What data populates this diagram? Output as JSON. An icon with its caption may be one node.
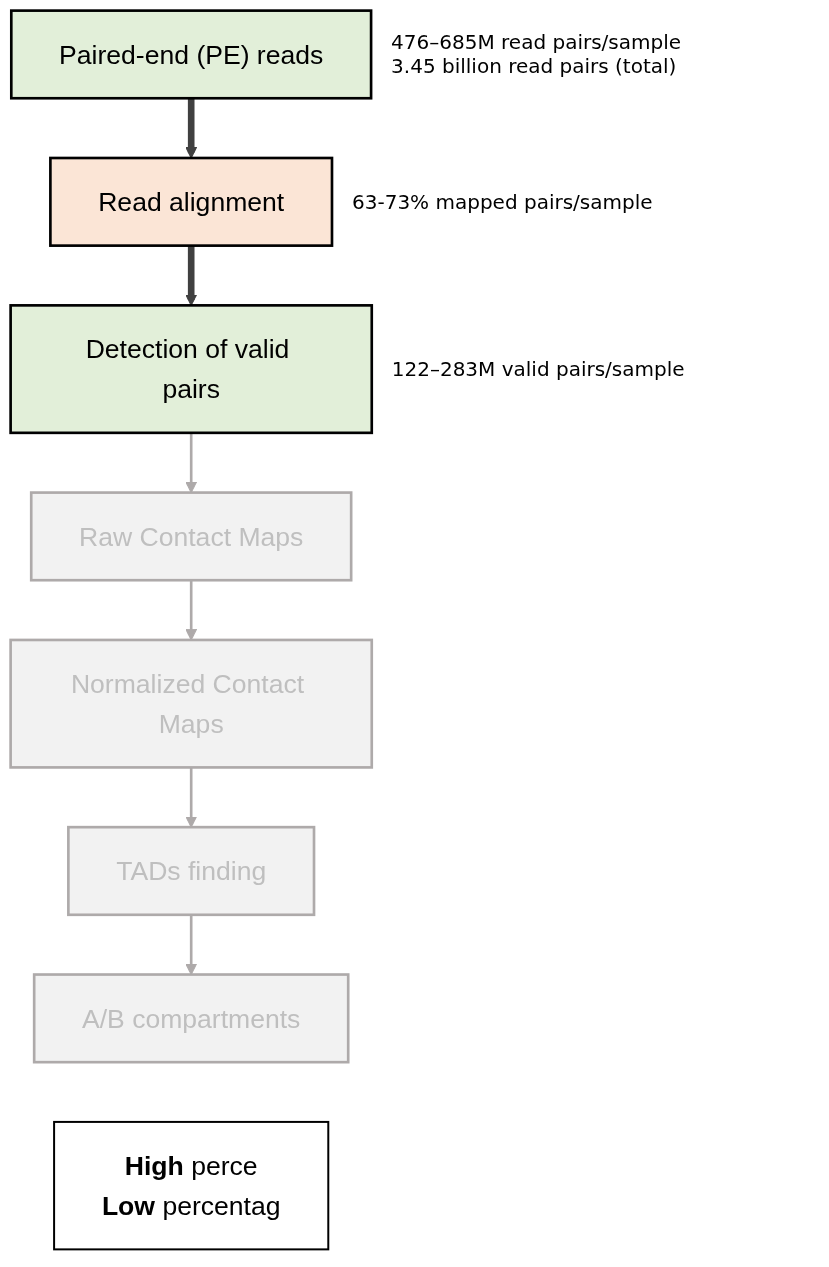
{
  "diagram": {
    "nodes": [
      {
        "text": [
          "Paired-end (PE) reads"
        ],
        "beside": [
          "476–685M read pairs/sample",
          "3.45 billion read pairs (total)"
        ]
      },
      {
        "text": [
          "Read alignment"
        ],
        "beside": [
          "63-73% mapped pairs/sample"
        ]
      },
      {
        "text": [
          "Detection of valid pairs"
        ],
        "beside": [
          "122–283M valid pairs/sample"
        ]
      },
      {
        "text": [
          "Raw Contact Maps"
        ]
      },
      {
        "text": [
          "Normalized Contact Maps"
        ]
      },
      {
        "text": [
          "TADs finding"
        ]
      },
      {
        "text": [
          "A/B compartments"
        ]
      },
      {
        "text": [
          "**High** perce",
          "**Low** percentag"
        ]
      }
    ],
    "edges": [
      {
        "from": 0,
        "to": 1,
        "arrow": "to",
        "style": "thick",
        "color": "#404040"
      },
      {
        "from": 1,
        "to": 2,
        "arrow": "to",
        "style": "thick",
        "color": "#404040"
      },
      {
        "from": 2,
        "to": 3,
        "arrow": "to"
      },
      {
        "from": 3,
        "to": 4,
        "arrow": "to"
      },
      {
        "from": 4,
        "to": 5,
        "arrow": "to"
      },
      {
        "from": 5,
        "to": 6,
        "arrow": "to"
      }
    ]
  }
}
